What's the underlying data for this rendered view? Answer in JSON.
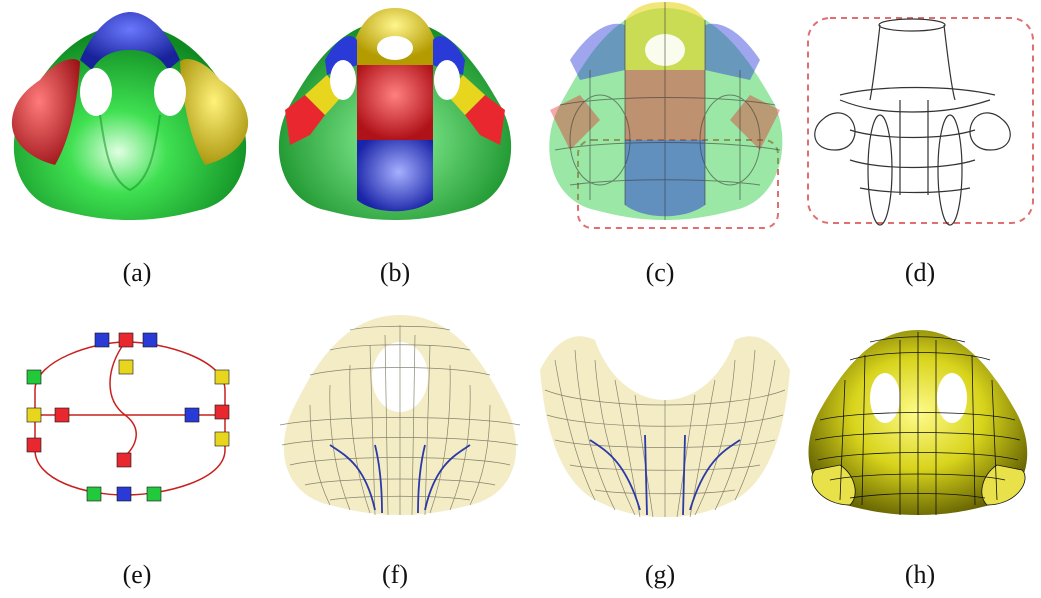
{
  "figure": {
    "captions": [
      "(a)",
      "(b)",
      "(c)",
      "(d)",
      "(e)",
      "(f)",
      "(g)",
      "(h)"
    ]
  },
  "colors": {
    "green": "#22c93a",
    "red": "#e8282e",
    "blue": "#2a3ad6",
    "yellow": "#e8d51e",
    "dashed_outline": "#e07070",
    "mesh_surface": "#f3ecc4",
    "mesh_line": "#6b6a58",
    "feature_line": "#2b3aa8",
    "quad_surface": "#d8d41c",
    "graph_edge": "#c8201e"
  }
}
